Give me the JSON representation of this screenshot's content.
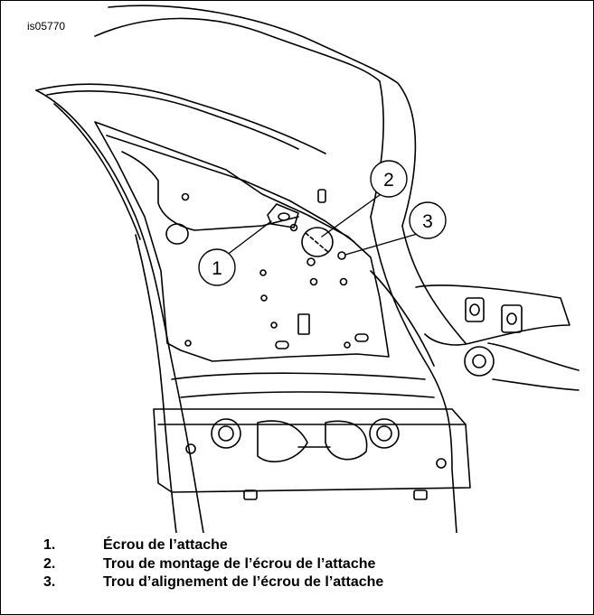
{
  "figure": {
    "id": "is05770",
    "callouts": [
      "1",
      "2",
      "3"
    ]
  },
  "legend": [
    {
      "num": "1.",
      "text": "Écrou de l’attache"
    },
    {
      "num": "2.",
      "text": "Trou de montage de l’écrou de l’attache"
    },
    {
      "num": "3.",
      "text": "Trou d’alignement de l’écrou de l’attache"
    }
  ]
}
